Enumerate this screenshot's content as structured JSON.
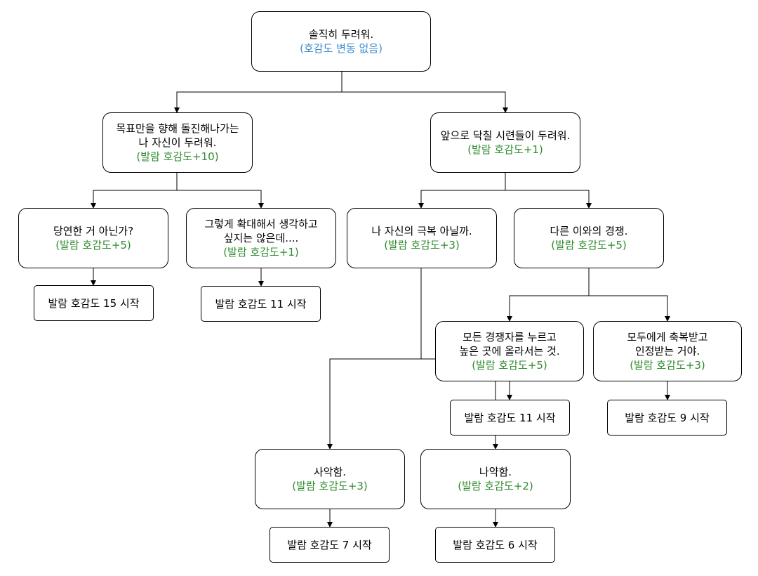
{
  "nodes": {
    "root": {
      "lines": [
        "솔직히 두려워."
      ],
      "effect": "(호감도 변동 없음)"
    },
    "goal": {
      "lines": [
        "목표만을 향해 돌진해나가는",
        "나 자신이 두려워."
      ],
      "effect": "(발람 호감도+10)"
    },
    "trials": {
      "lines": [
        "앞으로 닥칠 시련들이 두려워."
      ],
      "effect": "(발람 호감도+1)"
    },
    "natural": {
      "lines": [
        "당연한 거 아닌가?"
      ],
      "effect": "(발람 호감도+5)"
    },
    "exaggerate": {
      "lines": [
        "그렇게 확대해서 생각하고",
        "싶지는 않은데...."
      ],
      "effect": "(발람 호감도+1)"
    },
    "overcome": {
      "lines": [
        "나 자신의 극복 아닐까."
      ],
      "effect": "(발람 호감도+3)"
    },
    "compete": {
      "lines": [
        "다른 이와의 경쟁."
      ],
      "effect": "(발람 호감도+5)"
    },
    "crush": {
      "lines": [
        "모든 경쟁자를 누르고",
        "높은 곳에 올라서는 것."
      ],
      "effect": "(발람 호감도+5)"
    },
    "blessed": {
      "lines": [
        "모두에게 축복받고",
        "인정받는 거야."
      ],
      "effect": "(발람 호감도+3)"
    },
    "evil": {
      "lines": [
        "사악함."
      ],
      "effect": "(발람 호감도+3)"
    },
    "weak": {
      "lines": [
        "나약함."
      ],
      "effect": "(발람 호감도+2)"
    },
    "start15": {
      "lines": [
        "발람 호감도 15 시작"
      ]
    },
    "start11a": {
      "lines": [
        "발람 호감도 11 시작"
      ]
    },
    "start11b": {
      "lines": [
        "발람 호감도 11 시작"
      ]
    },
    "start9": {
      "lines": [
        "발람 호감도 9 시작"
      ]
    },
    "start7": {
      "lines": [
        "발람 호감도 7 시작"
      ]
    },
    "start6": {
      "lines": [
        "발람 호감도 6 시작"
      ]
    }
  },
  "colors": {
    "neutral_effect": "#3b8bd0",
    "positive_effect": "#2e8b2e",
    "stroke": "#000000"
  }
}
